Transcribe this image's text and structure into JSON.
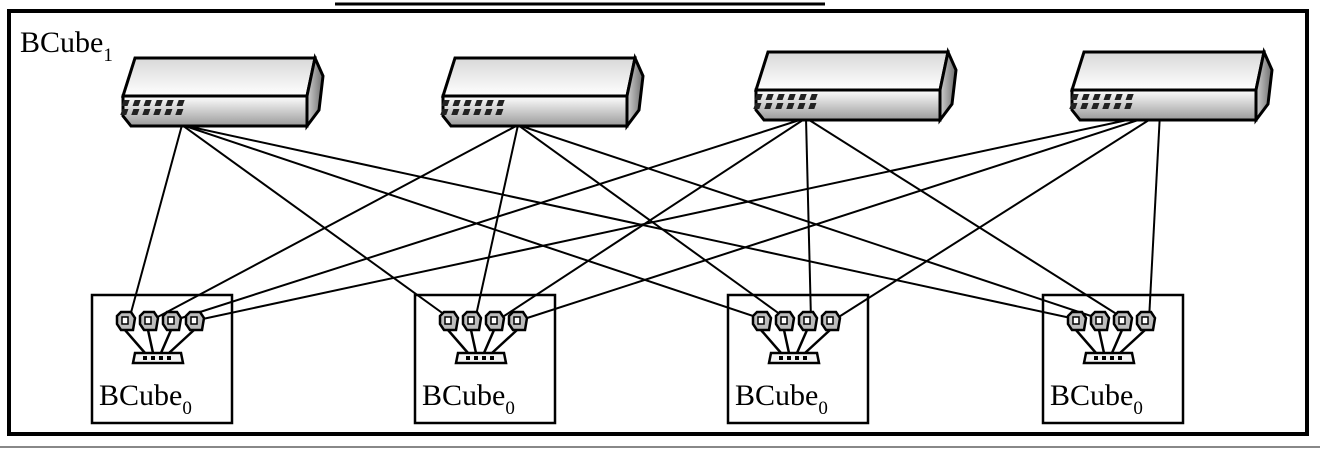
{
  "diagram": {
    "outer_label": {
      "base": "BCube",
      "sub": "1"
    },
    "inner_label": {
      "base": "BCube",
      "sub": "0"
    },
    "level1_switches": [
      {
        "id": "sw1-0"
      },
      {
        "id": "sw1-1"
      },
      {
        "id": "sw1-2"
      },
      {
        "id": "sw1-3"
      }
    ],
    "bcube0_cells": [
      {
        "id": "cell-0",
        "servers": 4
      },
      {
        "id": "cell-1",
        "servers": 4
      },
      {
        "id": "cell-2",
        "servers": 4
      },
      {
        "id": "cell-3",
        "servers": 4
      }
    ],
    "links": "each level-1 switch i connects to server i of every BCube0 cell"
  },
  "colors": {
    "line": "#000000",
    "switch_light": "#f2f2f2",
    "switch_dark": "#8c8c8c"
  }
}
